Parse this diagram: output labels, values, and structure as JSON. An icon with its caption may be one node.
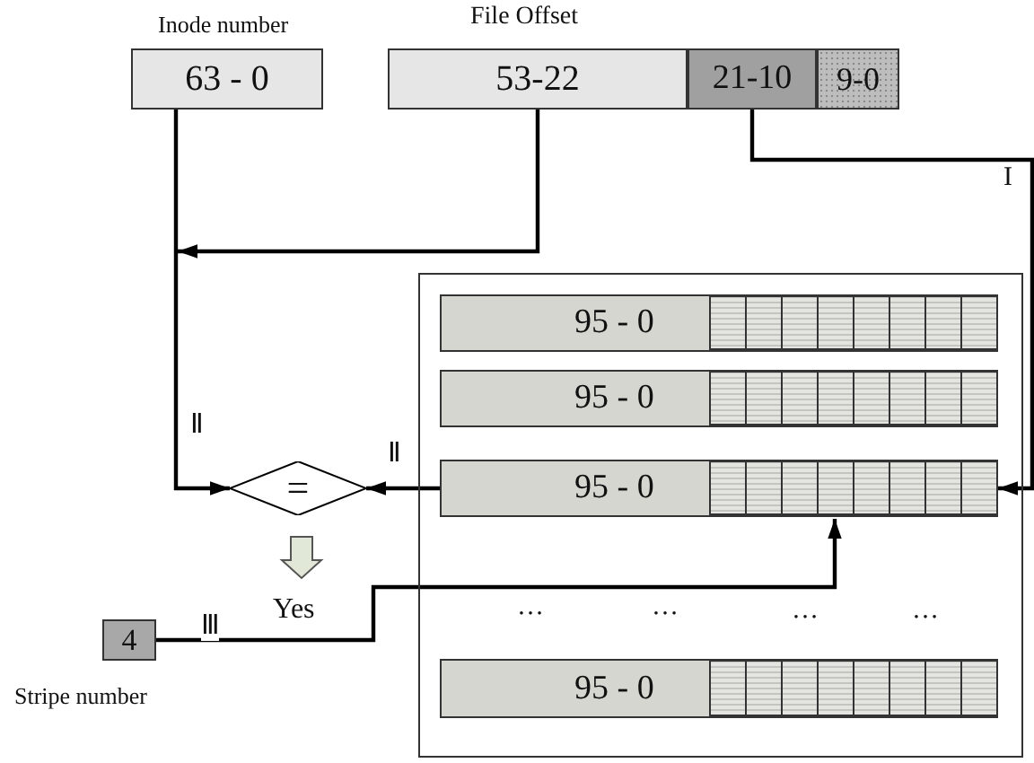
{
  "diagram": {
    "nodes": [
      {
        "text": [
          "63 - 0"
        ],
        "beside": [
          "Inode number"
        ]
      },
      {
        "text": [
          "53-22"
        ],
        "beside": [
          "File Offset"
        ]
      },
      {
        "text": [
          "21-10"
        ]
      },
      {
        "text": [
          "9-0"
        ]
      },
      {
        "text": [],
        "shape": "box"
      },
      {
        "text": [
          "95 - 0"
        ],
        "in": 4
      },
      {
        "text": [
          "95 - 0"
        ],
        "in": 4
      },
      {
        "text": [
          "95 - 0"
        ],
        "in": 4
      },
      {
        "text": [
          "95 - 0"
        ],
        "in": 4
      },
      {
        "text": [
          "="
        ]
      },
      {
        "text": [
          "4"
        ],
        "beside": [
          "Stripe number"
        ]
      }
    ],
    "edges": [
      {
        "from": 0,
        "to": 9,
        "arrow": "to",
        "label": "Ⅱ"
      },
      {
        "from": 1,
        "to": 9,
        "arrow": "to"
      },
      {
        "from": 7,
        "to": 9,
        "arrow": "to",
        "label": "Ⅱ"
      },
      {
        "from": 2,
        "to": 7,
        "arrow": "to",
        "label": "I"
      },
      {
        "from": 10,
        "to": 7,
        "arrow": "to",
        "label": "Ⅲ"
      }
    ],
    "labels": [
      "Yes",
      "…",
      "…",
      "…",
      "…"
    ]
  }
}
